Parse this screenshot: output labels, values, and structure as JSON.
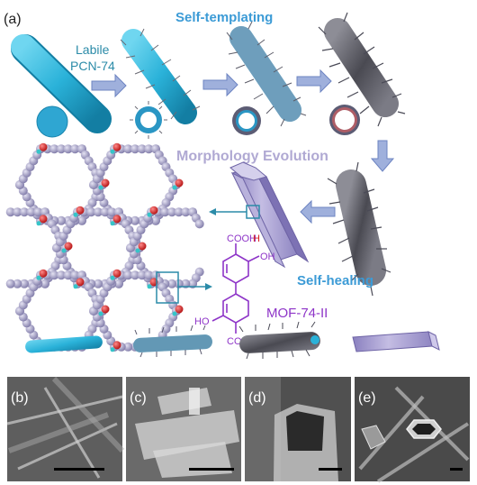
{
  "panel_label_a": "(a)",
  "label_labile_line1": "Labile",
  "label_labile_line2": "PCN-74",
  "label_self_templating": "Self-templating",
  "label_morphology_evolution": "Morphology Evolution",
  "label_self_healing": "Self-healing",
  "label_mof": "MOF-74-II",
  "chem": {
    "cooh_top": "COOH",
    "oh_top": "OH",
    "cooh_bottom": "COOH",
    "ho_bottom": "HO"
  },
  "sem_labels": [
    "(b)",
    "(c)",
    "(d)",
    "(e)"
  ],
  "colors": {
    "cyan": "#2ab2d9",
    "cyan_dark": "#1690b6",
    "purple": "#a89fcf",
    "purple_dark": "#7d72b4",
    "arrow_fill": "#9fb0dc",
    "arrow_stroke": "#6d84c2",
    "text_blue": "#3c9bd6",
    "text_purple": "#b0a9d3",
    "text_teal": "#2b8ba8",
    "mof_purple": "#8e35c8",
    "oxygen_red": "#d81f1f"
  }
}
